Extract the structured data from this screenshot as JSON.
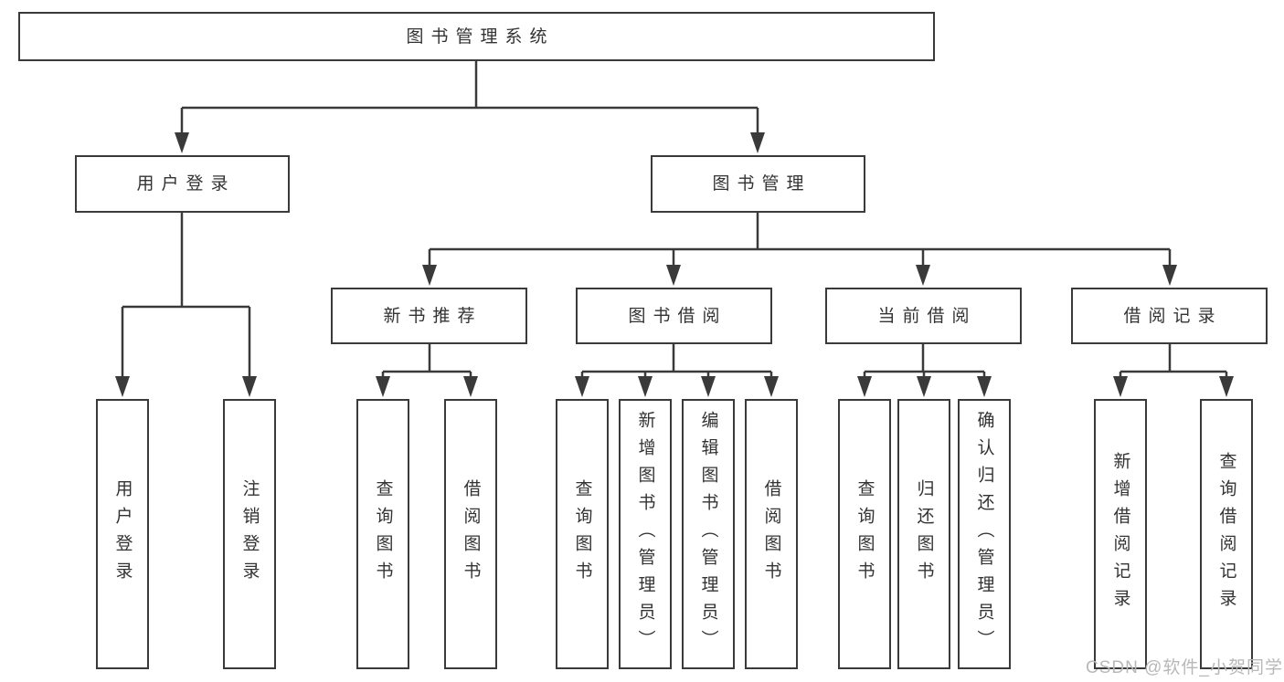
{
  "diagram": {
    "root": "图书管理系统",
    "level2": {
      "user_login": "用户登录",
      "book_management": "图书管理"
    },
    "level3": {
      "new_book_recommend": "新书推荐",
      "book_borrowing": "图书借阅",
      "current_borrowing": "当前借阅",
      "borrowing_records": "借阅记录"
    },
    "leaves": {
      "user_login": [
        "用户登录",
        "注销登录"
      ],
      "new_book_recommend": [
        "查询图书",
        "借阅图书"
      ],
      "book_borrowing": [
        "查询图书",
        "新增图书（管理员）",
        "编辑图书（管理员）",
        "借阅图书"
      ],
      "current_borrowing": [
        "查询图书",
        "归还图书",
        "确认归还（管理员）"
      ],
      "borrowing_records": [
        "新增借阅记录",
        "查询借阅记录"
      ]
    }
  },
  "watermark": "CSDN @软件_小贺同学",
  "colors": {
    "line": "#3a3a3a",
    "text": "#333333",
    "watermark": "#b8b8b8",
    "background": "#ffffff",
    "box_background": "#ffffff"
  }
}
